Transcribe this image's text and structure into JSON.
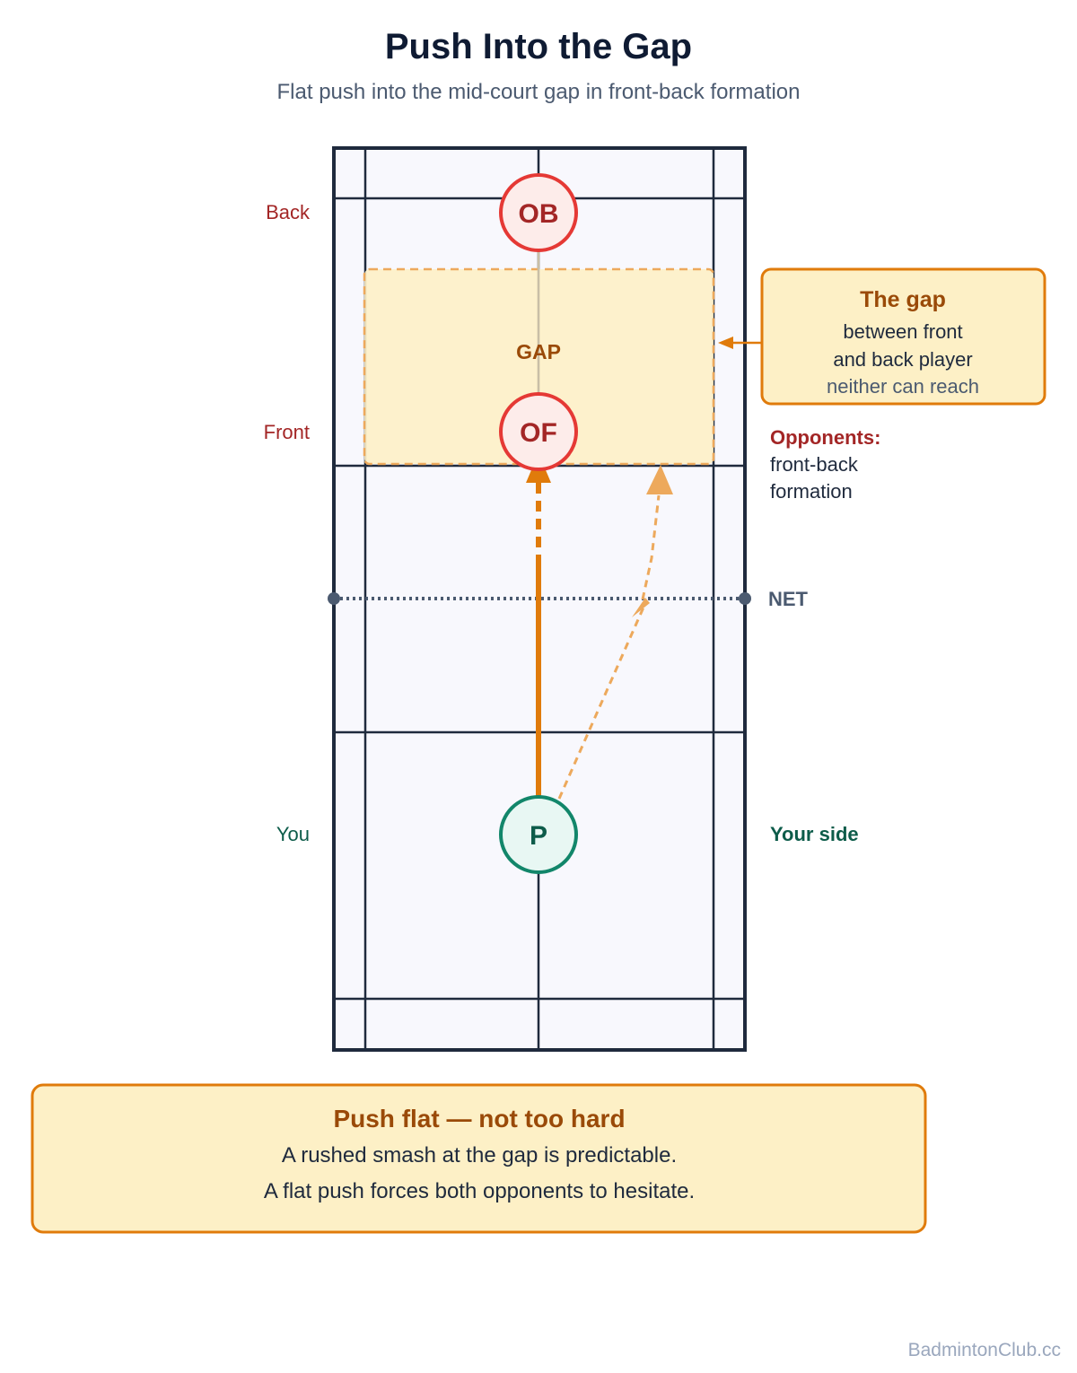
{
  "title": "Push Into the Gap",
  "subtitle": "Flat push into the mid-court gap in front-back formation",
  "labels": {
    "back": "Back",
    "front": "Front",
    "you": "You",
    "net": "NET",
    "gap": "GAP",
    "your_side": "Your side"
  },
  "players": {
    "opponent_back": "OB",
    "opponent_front": "OF",
    "player": "P"
  },
  "gap_callout": {
    "title": "The gap",
    "line1": "between front",
    "line2": "and back player",
    "line3": "neither can reach"
  },
  "opponents_note": {
    "title": "Opponents:",
    "line1": "front-back",
    "line2": "formation"
  },
  "tip_box": {
    "title": "Push flat — not too hard",
    "line1": "A rushed smash at the gap is predictable.",
    "line2": "A flat push forces both opponents to hesitate."
  },
  "credit": "BadmintonClub.cc",
  "colors": {
    "court_line": "#1f2a3d",
    "court_fill": "#f8f8fd",
    "opponent": "#e53935",
    "opponent_text": "#a32626",
    "player": "#12866a",
    "player_text": "#0d5c4a",
    "accent": "#e07b0b",
    "accent_text": "#9a4a08",
    "gap_fill": "#fdf0c6"
  }
}
